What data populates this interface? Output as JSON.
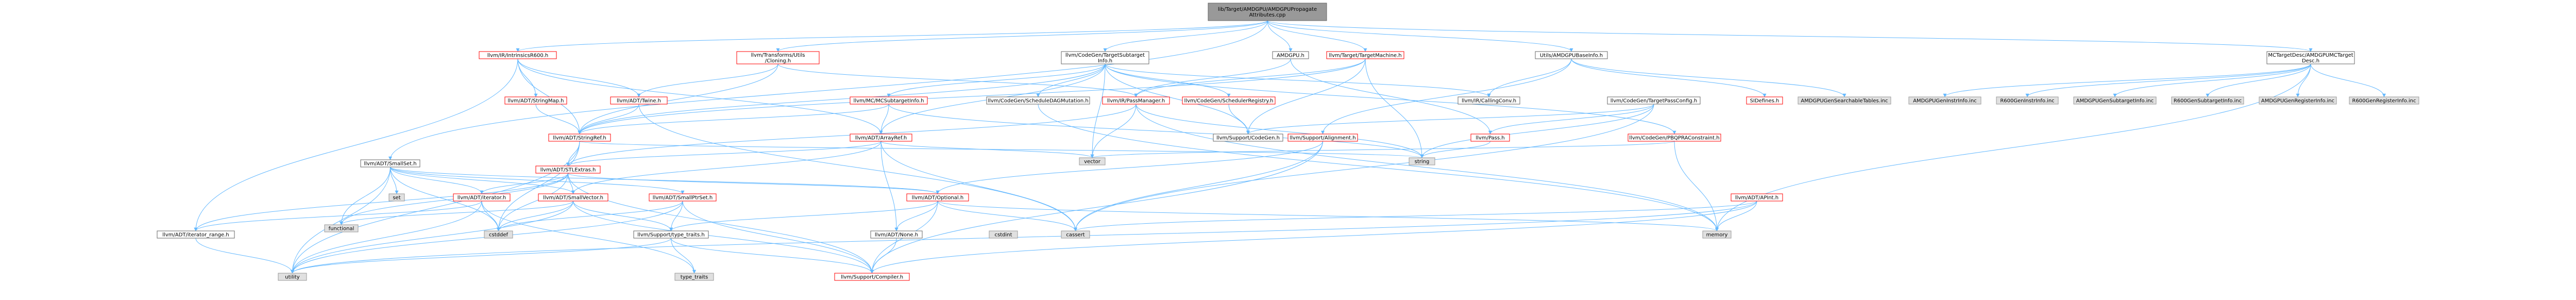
{
  "graph": {
    "root": {
      "id": "root",
      "lines": [
        "lib/Target/AMDGPU/AMDGPUPropagate",
        "Attributes.cpp"
      ]
    },
    "nodes": [
      {
        "id": "ir_intrinsics",
        "lines": [
          "llvm/IR/IntrinsicsR600.h"
        ],
        "kind": "red"
      },
      {
        "id": "transforms_cloning",
        "lines": [
          "llvm/Transforms/Utils",
          "/Cloning.h"
        ],
        "kind": "red"
      },
      {
        "id": "target_subtarget",
        "lines": [
          "llvm/CodeGen/TargetSubtarget",
          "Info.h"
        ],
        "kind": "plain"
      },
      {
        "id": "amdgpu_h",
        "lines": [
          "AMDGPU.h"
        ],
        "kind": "plain"
      },
      {
        "id": "target_machine",
        "lines": [
          "llvm/Target/TargetMachine.h"
        ],
        "kind": "red"
      },
      {
        "id": "utils_baseinfo",
        "lines": [
          "Utils/AMDGPUBaseInfo.h"
        ],
        "kind": "plain"
      },
      {
        "id": "mc_target_desc",
        "lines": [
          "MCTargetDesc/AMDGPUMCTarget",
          "Desc.h"
        ],
        "kind": "plain"
      },
      {
        "id": "adt_stringmap",
        "lines": [
          "llvm/ADT/StringMap.h"
        ],
        "kind": "red"
      },
      {
        "id": "adt_twine",
        "lines": [
          "llvm/ADT/Twine.h"
        ],
        "kind": "red"
      },
      {
        "id": "mc_subtarget",
        "lines": [
          "llvm/MC/MCSubtargetInfo.h"
        ],
        "kind": "red"
      },
      {
        "id": "codegen_schedule",
        "lines": [
          "llvm/CodeGen/ScheduleDAGMutation.h"
        ],
        "kind": "plain"
      },
      {
        "id": "ir_passmanager",
        "lines": [
          "llvm/IR/PassManager.h"
        ],
        "kind": "red"
      },
      {
        "id": "codegen_schedregistry",
        "lines": [
          "llvm/CodeGen/SchedulerRegistry.h"
        ],
        "kind": "red"
      },
      {
        "id": "ir_callingconv",
        "lines": [
          "llvm/IR/CallingConv.h"
        ],
        "kind": "plain"
      },
      {
        "id": "codegen_targetpassconfig",
        "lines": [
          "llvm/CodeGen/TargetPassConfig.h"
        ],
        "kind": "plain"
      },
      {
        "id": "si_defines",
        "lines": [
          "SIDefines.h"
        ],
        "kind": "red"
      },
      {
        "id": "amdgpu_genschedule",
        "lines": [
          "AMDGPUGenSearchableTables.inc"
        ],
        "kind": "gray"
      },
      {
        "id": "amdgpu_geninstr",
        "lines": [
          "AMDGPUGenInstrInfo.inc"
        ],
        "kind": "gray"
      },
      {
        "id": "r600_geninstr",
        "lines": [
          "R600GenInstrInfo.inc"
        ],
        "kind": "gray"
      },
      {
        "id": "amdgpu_gensubtarget",
        "lines": [
          "AMDGPUGenSubtargetInfo.inc"
        ],
        "kind": "gray"
      },
      {
        "id": "r600_gensubtarget",
        "lines": [
          "R600GenSubtargetInfo.inc"
        ],
        "kind": "gray"
      },
      {
        "id": "amdgpu_genregister",
        "lines": [
          "AMDGPUGenRegisterInfo.inc"
        ],
        "kind": "gray"
      },
      {
        "id": "r600_genregister",
        "lines": [
          "R600GenRegisterInfo.inc"
        ],
        "kind": "gray"
      },
      {
        "id": "adt_stringref",
        "lines": [
          "llvm/ADT/StringRef.h"
        ],
        "kind": "red"
      },
      {
        "id": "adt_arrayref",
        "lines": [
          "llvm/ADT/ArrayRef.h"
        ],
        "kind": "red"
      },
      {
        "id": "codegen_pbqp",
        "lines": [
          "llvm/CodeGen/PBQPRAConstraint.h"
        ],
        "kind": "red"
      },
      {
        "id": "support_codegen",
        "lines": [
          "llvm/Support/CodeGen.h"
        ],
        "kind": "plain"
      },
      {
        "id": "ir_pass",
        "lines": [
          "llvm/Pass.h"
        ],
        "kind": "red"
      },
      {
        "id": "support_alignment",
        "lines": [
          "llvm/Support/Alignment.h"
        ],
        "kind": "red"
      },
      {
        "id": "vector",
        "lines": [
          "vector"
        ],
        "kind": "gray"
      },
      {
        "id": "string",
        "lines": [
          "string"
        ],
        "kind": "gray"
      },
      {
        "id": "adt_smallset",
        "lines": [
          "llvm/ADT/SmallSet.h"
        ],
        "kind": "plain"
      },
      {
        "id": "adt_stlextras",
        "lines": [
          "llvm/ADT/STLExtras.h"
        ],
        "kind": "red"
      },
      {
        "id": "adt_apint",
        "lines": [
          "llvm/ADT/APInt.h"
        ],
        "kind": "red"
      },
      {
        "id": "set",
        "lines": [
          "set"
        ],
        "kind": "gray"
      },
      {
        "id": "adt_iterator",
        "lines": [
          "llvm/ADT/iterator.h"
        ],
        "kind": "red"
      },
      {
        "id": "adt_smallvector",
        "lines": [
          "llvm/ADT/SmallVector.h"
        ],
        "kind": "red"
      },
      {
        "id": "adt_smallptrset",
        "lines": [
          "llvm/ADT/SmallPtrSet.h"
        ],
        "kind": "red"
      },
      {
        "id": "adt_optional",
        "lines": [
          "llvm/ADT/Optional.h"
        ],
        "kind": "red"
      },
      {
        "id": "functional",
        "lines": [
          "functional"
        ],
        "kind": "gray"
      },
      {
        "id": "adt_iterator_range",
        "lines": [
          "llvm/ADT/iterator_range.h"
        ],
        "kind": "plain"
      },
      {
        "id": "cstddef",
        "lines": [
          "cstddef"
        ],
        "kind": "gray"
      },
      {
        "id": "support_type_traits",
        "lines": [
          "llvm/Support/type_traits.h"
        ],
        "kind": "plain"
      },
      {
        "id": "adt_none",
        "lines": [
          "llvm/ADT/None.h"
        ],
        "kind": "plain"
      },
      {
        "id": "cassert",
        "lines": [
          "cassert"
        ],
        "kind": "gray"
      },
      {
        "id": "memory",
        "lines": [
          "memory"
        ],
        "kind": "gray"
      },
      {
        "id": "cstdint",
        "lines": [
          "cstdint"
        ],
        "kind": "gray"
      },
      {
        "id": "utility",
        "lines": [
          "utility"
        ],
        "kind": "gray"
      },
      {
        "id": "type_traits",
        "lines": [
          "type_traits"
        ],
        "kind": "gray"
      },
      {
        "id": "support_compiler",
        "lines": [
          "llvm/Support/Compiler.h"
        ],
        "kind": "red"
      }
    ]
  }
}
